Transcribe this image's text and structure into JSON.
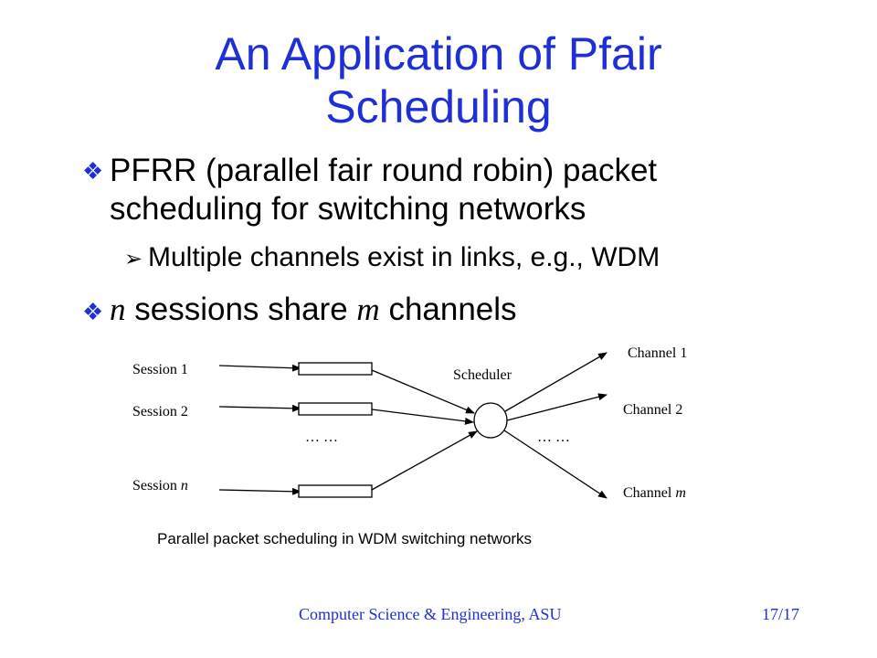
{
  "slide": {
    "title_line1": "An Application of Pfair",
    "title_line2": "Scheduling",
    "bullet1": "PFRR (parallel fair round robin) packet scheduling for switching networks",
    "bullet1_line1": "PFRR (parallel fair round robin) packet",
    "bullet1_line2": "scheduling for switching networks",
    "bullet2": "Multiple channels exist in links, e.g., WDM",
    "bullet3_var_n": "n",
    "bullet3_mid": "sessions share",
    "bullet3_var_m": "m",
    "bullet3_end": "channels"
  },
  "diagram": {
    "sessions": [
      "Session 1",
      "Session 2",
      "Session"
    ],
    "session_n_var": "n",
    "scheduler_label": "Scheduler",
    "ellipsis_left": "… …",
    "ellipsis_right": "… …",
    "channels": [
      "Channel 1",
      "Channel 2",
      "Channel"
    ],
    "channel_m_var": "m",
    "caption": "Parallel packet scheduling in WDM switching networks"
  },
  "footer": {
    "org": "Computer Science & Engineering, ASU",
    "page": "17/17"
  },
  "colors": {
    "title": "#1f2fd6",
    "bullet_mark": "#1f2fd6",
    "text": "#000000"
  }
}
